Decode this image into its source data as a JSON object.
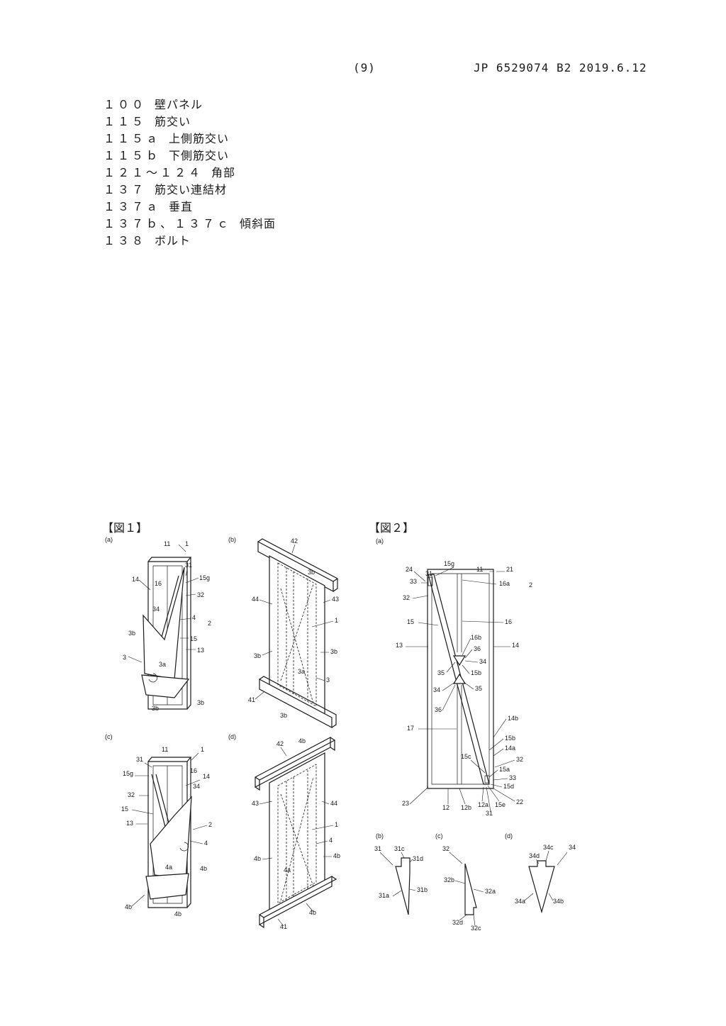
{
  "header": {
    "page_number": "(9)",
    "patent_id": "JP 6529074 B2 2019.6.12"
  },
  "symbols": [
    {
      "num": "１００",
      "name": "壁パネル"
    },
    {
      "num": "１１５",
      "name": "筋交い"
    },
    {
      "num": "１１５ａ",
      "name": "上側筋交い"
    },
    {
      "num": "１１５ｂ",
      "name": "下側筋交い"
    },
    {
      "num": "１２１～１２４",
      "name": "角部"
    },
    {
      "num": "１３７",
      "name": "筋交い連結材"
    },
    {
      "num": "１３７ａ",
      "name": "垂直"
    },
    {
      "num": "１３７ｂ、１３７ｃ",
      "name": "傾斜面"
    },
    {
      "num": "１３８",
      "name": "ボルト"
    }
  ],
  "fig1": {
    "label": "【図１】",
    "sub": {
      "a": "(a)",
      "b": "(b)",
      "c": "(c)",
      "d": "(d)"
    },
    "a": {
      "n11": "11",
      "n1": "1",
      "n31": "31",
      "n15g": "15g",
      "n14": "14",
      "n16": "16",
      "n32": "32",
      "n34": "34",
      "n4": "4",
      "n2": "2",
      "n3b": "3b",
      "n15": "15",
      "n13": "13",
      "n3": "3",
      "n3a": "3a"
    },
    "b": {
      "n42": "42",
      "n3b": "3b",
      "n44": "44",
      "n43": "43",
      "n1": "1",
      "n3a": "3a",
      "n3": "3",
      "n41": "41"
    },
    "c": {
      "n11": "11",
      "n1": "1",
      "n31": "31",
      "n16": "16",
      "n15g": "15g",
      "n14": "14",
      "n32": "32",
      "n34": "34",
      "n15": "15",
      "n13": "13",
      "n2": "2",
      "n4": "4",
      "n4a": "4a",
      "n4b": "4b"
    },
    "d": {
      "n42": "42",
      "n4b": "4b",
      "n43": "43",
      "n44": "44",
      "n1": "1",
      "n4": "4",
      "n4a": "4a",
      "n41": "41"
    }
  },
  "fig2": {
    "label": "【図２】",
    "sub": {
      "a": "(a)",
      "b": "(b)",
      "c": "(c)",
      "d": "(d)"
    },
    "a": {
      "n24": "24",
      "n31": "31",
      "n15g": "15g",
      "n11": "11",
      "n21": "21",
      "n33": "33",
      "n16a": "16a",
      "n2": "2",
      "n32": "32",
      "n15": "15",
      "n16": "16",
      "n13": "13",
      "n14": "14",
      "n16b": "16b",
      "n36": "36",
      "n34": "34",
      "n35": "35",
      "n15b": "15b",
      "n17": "17",
      "n14b": "14b",
      "n14a": "14a",
      "n15c": "15c",
      "n15a": "15a",
      "n15d": "15d",
      "n23": "23",
      "n12": "12",
      "n12b": "12b",
      "n12a": "12a",
      "n15e": "15e",
      "n22": "22"
    },
    "b": {
      "n31": "31",
      "n31c": "31c",
      "n31d": "31d",
      "n31a": "31a",
      "n31b": "31b"
    },
    "c": {
      "n32": "32",
      "n32b": "32b",
      "n32a": "32a",
      "n32d": "32d",
      "n32c": "32c"
    },
    "d": {
      "n34": "34",
      "n34d": "34d",
      "n34c": "34c",
      "n34a": "34a",
      "n34b": "34b"
    }
  }
}
